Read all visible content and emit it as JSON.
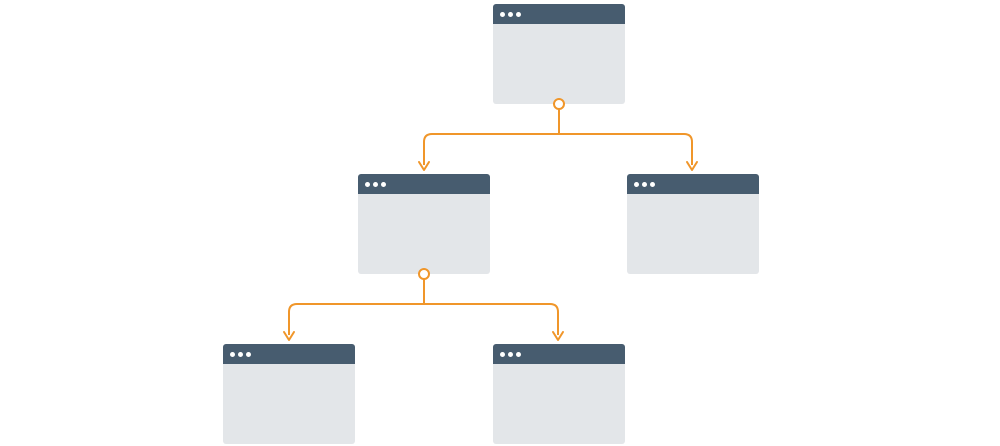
{
  "colors": {
    "titlebar": "#475c6f",
    "window_body": "#e3e6e9",
    "dot": "#ffffff",
    "connector": "#f0962a",
    "background": "#ffffff"
  },
  "windows": [
    {
      "id": "root",
      "level": 0,
      "parent": null
    },
    {
      "id": "mid-left",
      "level": 1,
      "parent": "root"
    },
    {
      "id": "mid-right",
      "level": 1,
      "parent": "root"
    },
    {
      "id": "bottom-left",
      "level": 2,
      "parent": "mid-left"
    },
    {
      "id": "bottom-right",
      "level": 2,
      "parent": "mid-left"
    }
  ],
  "titlebar_dots": 3,
  "icons": {
    "window": "browser-window-icon",
    "connector_start": "hollow-circle",
    "connector_end": "arrowhead"
  }
}
